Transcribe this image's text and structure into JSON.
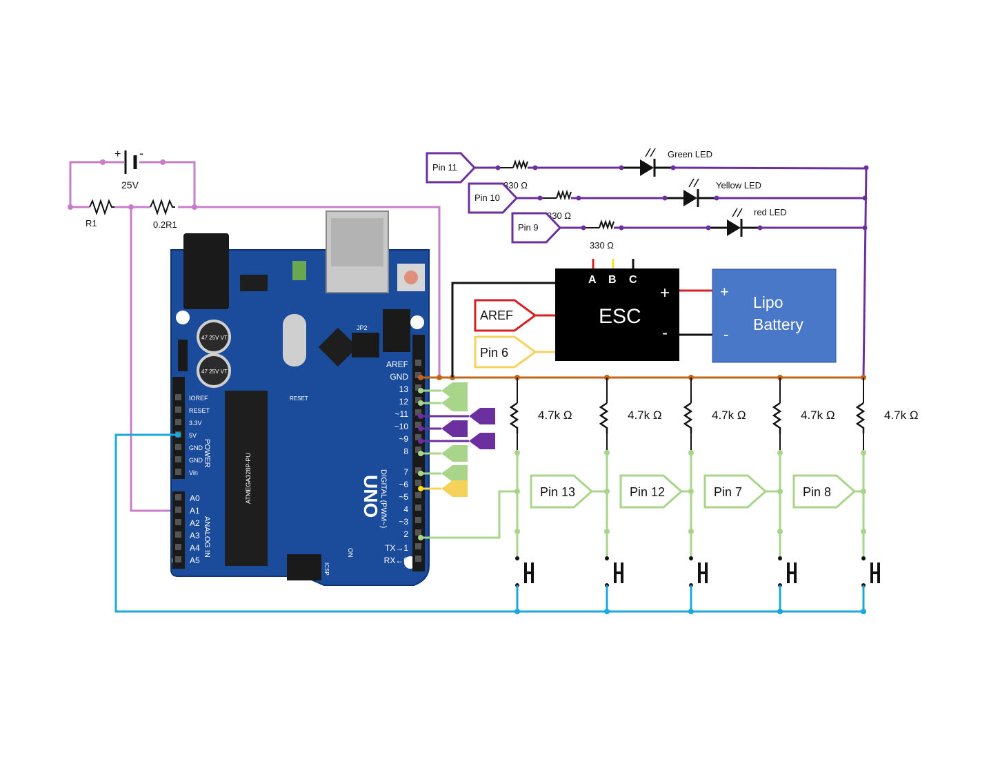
{
  "colors": {
    "purple": "#6b2fa0",
    "pink": "#c77dc7",
    "orange": "#c0651a",
    "blue": "#1aa7e0",
    "green": "#a8d58a",
    "yellow": "#f5d25a",
    "red": "#d61f1f",
    "black": "#111111",
    "board": "#1b4c9b",
    "battery": "#4a78c8"
  },
  "voltage_divider": {
    "source_label": "25V",
    "plus": "+",
    "minus": "-",
    "r1_label": "R1",
    "r2_label": "0.2R1"
  },
  "leds": [
    {
      "pin": "Pin 11",
      "resistor": "330 Ω",
      "name": "Green LED"
    },
    {
      "pin": "Pin 10",
      "resistor": "330 Ω",
      "name": "Yellow LED"
    },
    {
      "pin": "Pin 9",
      "resistor": "330 Ω",
      "name": "red LED"
    }
  ],
  "esc": {
    "title": "ESC",
    "a": "A",
    "b": "B",
    "c": "C",
    "plus": "+",
    "minus": "-"
  },
  "battery": {
    "line1": "Lipo",
    "line2": "Battery",
    "plus": "+",
    "minus": "-"
  },
  "esc_inputs": {
    "aref": "AREF",
    "pin6": "Pin 6"
  },
  "buttons": [
    {
      "resistor": "4.7k Ω",
      "pin": "Pin 13"
    },
    {
      "resistor": "4.7k Ω",
      "pin": "Pin 12"
    },
    {
      "resistor": "4.7k Ω",
      "pin": "Pin 7"
    },
    {
      "resistor": "4.7k Ω",
      "pin": "Pin 8"
    },
    {
      "resistor": "4.7k Ω",
      "pin": ""
    }
  ],
  "board": {
    "model": "UNO",
    "chip": "ATMEGA328P-PU",
    "digital": "DIGITAL (PWM~)",
    "power": "POWER",
    "analog": "ANALOG IN",
    "on": "ON",
    "reset_btn": "RESET",
    "jp2": "JP2",
    "icsp": "ICSP",
    "cap1": "47 25V VT",
    "cap2": "47 25V VT",
    "power_pins": [
      "IOREF",
      "RESET",
      "3.3V",
      "5V",
      "GND",
      "GND",
      "Vin"
    ],
    "analog_pins": [
      "A0",
      "A1",
      "A2",
      "A3",
      "A4",
      "A5"
    ],
    "digital_pins": [
      "AREF",
      "GND",
      "13",
      "12",
      "~11",
      "~10",
      "~9",
      "8",
      "7",
      "~6",
      "~5",
      "4",
      "~3",
      "2",
      "TX→1",
      "RX←0"
    ]
  }
}
